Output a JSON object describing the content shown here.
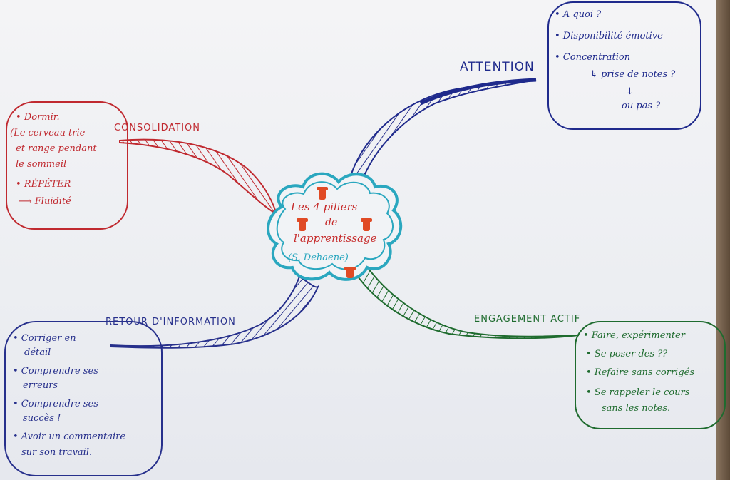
{
  "center": {
    "lines": [
      "Les 4 piliers",
      "de",
      "l'apprentissage",
      "(S. Dehaene)"
    ]
  },
  "pillars": {
    "attention": {
      "title": "ATTENTION",
      "color": "#1f2a8c",
      "items": [
        "• A quoi ?",
        "• Disponibilité émotive",
        "• Concentration",
        "↳ prise de notes ?",
        "↓",
        "ou pas ?"
      ]
    },
    "consolidation": {
      "title": "CONSOLIDATION",
      "color": "#c0292f",
      "items": [
        "• Dormir.",
        "(Le cerveau trie",
        "et range pendant",
        "le sommeil",
        "• RÉPÉTER",
        "⟶ Fluidité"
      ]
    },
    "retour": {
      "title": "RETOUR D'INFORMATION",
      "color": "#27308c",
      "items": [
        "• Corriger en",
        "détail",
        "• Comprendre ses",
        "erreurs",
        "• Comprendre ses",
        "succès !",
        "• Avoir un commentaire",
        "sur son travail."
      ]
    },
    "engagement": {
      "title": "ENGAGEMENT ACTIF",
      "color": "#1e6b2e",
      "items": [
        "• Faire, expérimenter",
        "• Se poser des ??",
        "• Refaire sans corrigés",
        "• Se rappeler le cours",
        "sans les notes."
      ]
    }
  },
  "colors": {
    "cloud": "#2aa7bf",
    "center_text": "#c62a2a",
    "pin": "#e04a25"
  }
}
